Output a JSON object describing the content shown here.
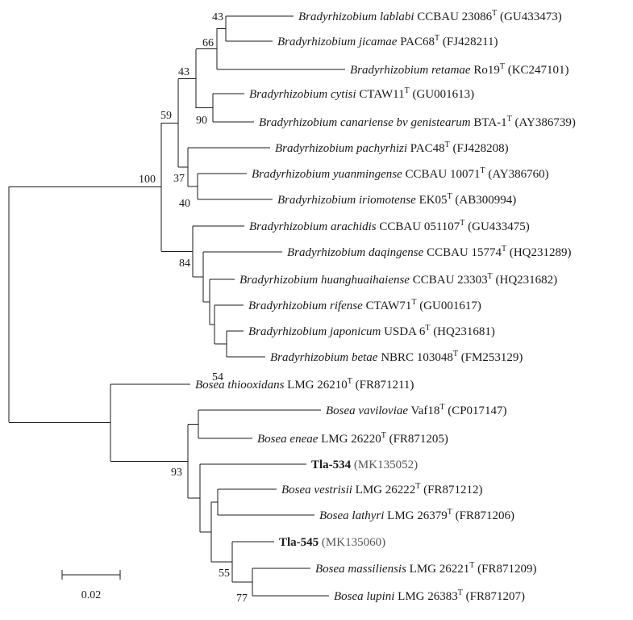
{
  "tree": {
    "tips": [
      {
        "id": "t1",
        "genus": "Bradyrhizobium",
        "species": "lablabi",
        "strain": "CCBAU 23086",
        "type_strain": true,
        "accession": "(GU433473)",
        "bold": false
      },
      {
        "id": "t2",
        "genus": "Bradyrhizobium",
        "species": "jicamae",
        "strain": "PAC68",
        "type_strain": true,
        "accession": "(FJ428211)",
        "bold": false
      },
      {
        "id": "t3",
        "genus": "Bradyrhizobium",
        "species": "retamae",
        "strain": "Ro19",
        "type_strain": true,
        "accession": "(KC247101)",
        "bold": false
      },
      {
        "id": "t4",
        "genus": "Bradyrhizobium",
        "species": "cytisi",
        "strain": "CTAW11",
        "type_strain": true,
        "accession": "(GU001613)",
        "bold": false
      },
      {
        "id": "t5",
        "genus": "Bradyrhizobium",
        "species": "canariense bv genistearum",
        "strain": "BTA-1",
        "type_strain": true,
        "accession": "(AY386739)",
        "bold": false
      },
      {
        "id": "t6",
        "genus": "Bradyrhizobium",
        "species": "pachyrhizi",
        "strain": "PAC48",
        "type_strain": true,
        "accession": "(FJ428208)",
        "bold": false
      },
      {
        "id": "t7",
        "genus": "Bradyrhizobium",
        "species": "yuanmingense",
        "strain": "CCBAU 10071",
        "type_strain": true,
        "accession": "(AY386760)",
        "bold": false
      },
      {
        "id": "t8",
        "genus": "Bradyrhizobium",
        "species": "iriomotense",
        "strain": "EK05",
        "type_strain": true,
        "accession": "(AB300994)",
        "bold": false
      },
      {
        "id": "t9",
        "genus": "Bradyrhizobium",
        "species": "arachidis",
        "strain": "CCBAU 051107",
        "type_strain": true,
        "accession": "(GU433475)",
        "bold": false
      },
      {
        "id": "t10",
        "genus": "Bradyrhizobium",
        "species": "daqingense",
        "strain": "CCBAU 15774",
        "type_strain": true,
        "accession": "(HQ231289)",
        "bold": false
      },
      {
        "id": "t11",
        "genus": "Bradyrhizobium",
        "species": "huanghuaihaiense",
        "strain": "CCBAU 23303",
        "type_strain": true,
        "accession": "(HQ231682)",
        "bold": false
      },
      {
        "id": "t12",
        "genus": "Bradyrhizobium",
        "species": "rifense",
        "strain": "CTAW71",
        "type_strain": true,
        "accession": "(GU001617)",
        "bold": false
      },
      {
        "id": "t13",
        "genus": "Bradyrhizobium",
        "species": "japonicum",
        "strain": "USDA 6",
        "type_strain": true,
        "accession": "(HQ231681)",
        "bold": false
      },
      {
        "id": "t14",
        "genus": "Bradyrhizobium",
        "species": "betae",
        "strain": "NBRC 103048",
        "type_strain": true,
        "accession": "(FM253129)",
        "bold": false
      },
      {
        "id": "t15",
        "genus": "Bosea",
        "species": "thiooxidans",
        "strain": "LMG 26210",
        "type_strain": true,
        "accession": "(FR871211)",
        "bold": false
      },
      {
        "id": "t16",
        "genus": "Bosea",
        "species": "vaviloviae",
        "strain": "Vaf18",
        "type_strain": true,
        "accession": "(CP017147)",
        "bold": false
      },
      {
        "id": "t17",
        "genus": "Bosea",
        "species": "eneae",
        "strain": "LMG 26220",
        "type_strain": true,
        "accession": "(FR871205)",
        "bold": false
      },
      {
        "id": "t18",
        "genus": "",
        "species": "",
        "strain": "Tla-534",
        "type_strain": false,
        "accession": "(MK135052)",
        "bold": true
      },
      {
        "id": "t19",
        "genus": "Bosea",
        "species": "vestrisii",
        "strain": "LMG 26222",
        "type_strain": true,
        "accession": "(FR871212)",
        "bold": false
      },
      {
        "id": "t20",
        "genus": "Bosea",
        "species": "lathyri",
        "strain": "LMG 26379",
        "type_strain": true,
        "accession": "(FR871206)",
        "bold": false
      },
      {
        "id": "t21",
        "genus": "",
        "species": "",
        "strain": "Tla-545",
        "type_strain": false,
        "accession": "(MK135060)",
        "bold": true
      },
      {
        "id": "t22",
        "genus": "Bosea",
        "species": "massiliensis",
        "strain": "LMG 26221",
        "type_strain": true,
        "accession": "(FR871209)",
        "bold": false
      },
      {
        "id": "t23",
        "genus": "Bosea",
        "species": "lupini",
        "strain": "LMG 26383",
        "type_strain": true,
        "accession": "(FR871207)",
        "bold": false
      }
    ],
    "type_strain_marker": "T",
    "bootstrap_values": [
      "43",
      "66",
      "43",
      "90",
      "59",
      "37",
      "40",
      "100",
      "84",
      "54",
      "93",
      "55",
      "77"
    ],
    "scale_bar": {
      "label": "0.02"
    }
  }
}
